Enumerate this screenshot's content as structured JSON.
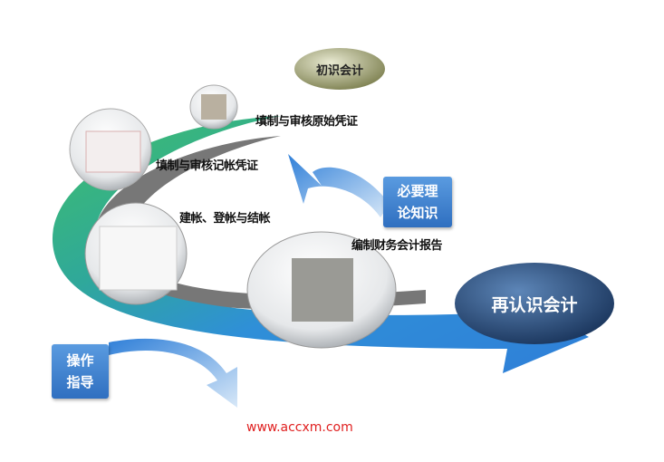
{
  "diagram": {
    "start_label": "初识会计",
    "end_label": "再认识会计",
    "steps": [
      "填制与审核原始凭证",
      "填制与审核记帐凭证",
      "建帐、登帐与结帐",
      "编制财务会计报告"
    ],
    "theory_box": "必要理论知识",
    "theory_box_lines": [
      "必要理",
      "论知识"
    ],
    "practice_box_lines": [
      "操作",
      "指导"
    ],
    "website": "www.accxm.com",
    "colors": {
      "green": "#3fbf6a",
      "blue": "#2f7fd8",
      "gray": "#7a7a7a",
      "olive": "#a8ab7c",
      "navy": "#1f3f6f",
      "url": "#e02020"
    }
  }
}
